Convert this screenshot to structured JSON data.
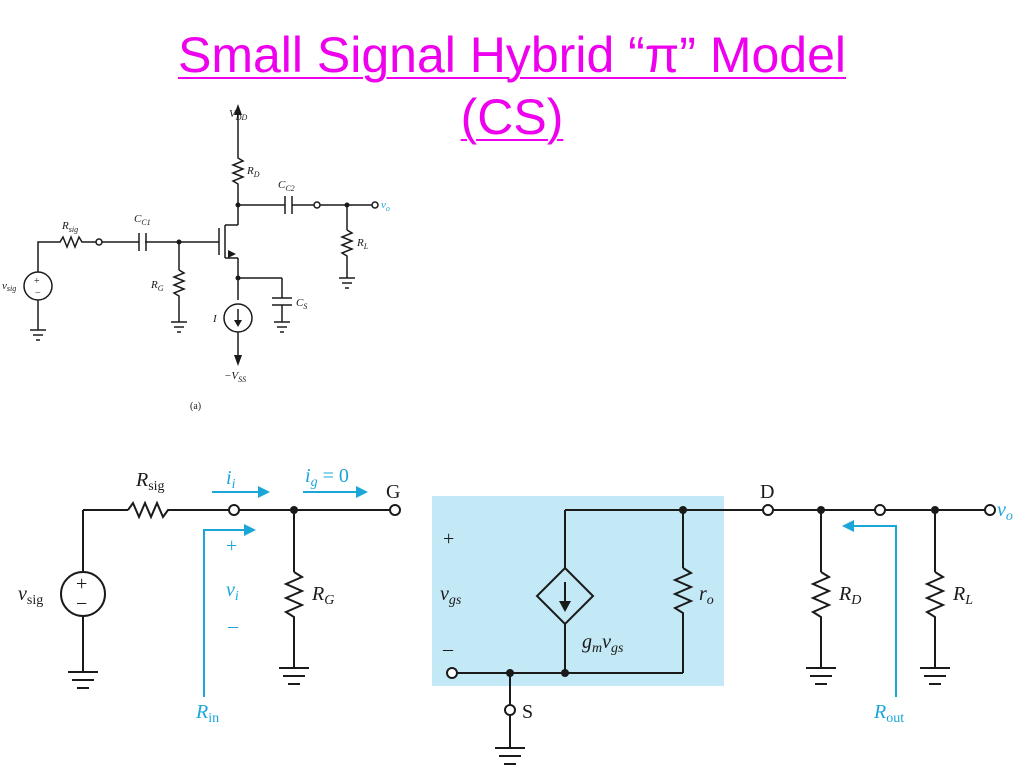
{
  "title": {
    "line1": "Small Signal Hybrid “π”  Model",
    "line2": "(CS)"
  },
  "colors": {
    "title": "#ee00ee",
    "annotation": "#1aa6d6",
    "model_box": "#c3e8f6",
    "wire": "#1a1a1a"
  },
  "schematic_a": {
    "vdd_main": "V",
    "vdd_sub": "DD",
    "rd_main": "R",
    "rd_sub": "D",
    "cc2_main": "C",
    "cc2_sub": "C2",
    "rsig_main": "R",
    "rsig_sub": "sig",
    "cc1_main": "C",
    "cc1_sub": "C1",
    "vo_label": "v",
    "vo_sub": "o",
    "rl_main": "R",
    "rl_sub": "L",
    "rg_main": "R",
    "rg_sub": "G",
    "vsig_main": "v",
    "vsig_sub": "sig",
    "source_plus": "+",
    "source_minus": "−",
    "cs_main": "C",
    "cs_sub": "S",
    "i_label": "I",
    "vss_main": "−V",
    "vss_sub": "SS",
    "caption": "(a)"
  },
  "schematic_b": {
    "rsig_main": "R",
    "rsig_sub": "sig",
    "ii_main": "i",
    "ii_sub": "i",
    "ig_main": "i",
    "ig_sub": "g",
    "ig_eq": " = 0",
    "node_g": "G",
    "node_d": "D",
    "node_s": "S",
    "vo_main": "v",
    "vo_sub": "o",
    "plus_in": "+",
    "vi_main": "v",
    "vi_sub": "i",
    "minus_in": "–",
    "vsig_main": "v",
    "vsig_sub": "sig",
    "src_plus": "+",
    "src_minus": "−",
    "rg_main": "R",
    "rg_sub": "G",
    "plus_gs": "+",
    "vgs_main": "v",
    "vgs_sub": "gs",
    "minus_gs": "–",
    "gm_main": "g",
    "gm_sub": "m",
    "gm_v": "v",
    "gm_vsub": "gs",
    "ro_main": "r",
    "ro_sub": "o",
    "rd_main": "R",
    "rd_sub": "D",
    "rl_main": "R",
    "rl_sub": "L",
    "rin_main": "R",
    "rin_sub": "in",
    "rout_main": "R",
    "rout_sub": "out"
  }
}
